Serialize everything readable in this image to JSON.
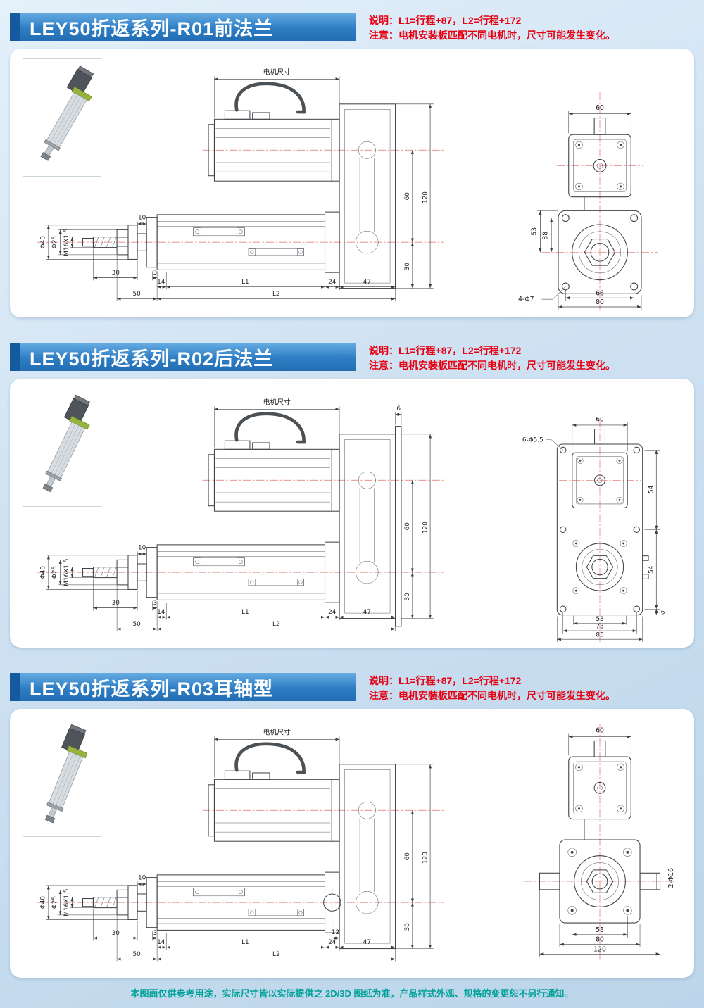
{
  "theme": {
    "accent_blue": "#155a9e",
    "title_blue": "#2e7ec5",
    "note_red": "#e60012",
    "footer_teal": "#00a19a"
  },
  "footer": "本图面仅供参考用途，实际尺寸皆以实际提供之 2D/3D 图纸为准，产品样式外观、规格的变更恕不另行通知。",
  "sections": [
    {
      "title": "LEY50折返系列-R01前法兰",
      "note_line1": "说明：L1=行程+87，L2=行程+172",
      "note_line2": "注意：电机安装板匹配不同电机时，尺寸可能发生变化。",
      "side_dims": {
        "motor": "电机尺寸",
        "neck": "10",
        "rod_housing_dia": "Φ40",
        "rod_dia": "Φ25",
        "thread": "M16X1.5",
        "rod_ext": "30",
        "spacer": "3",
        "front": "14",
        "stroke_len": "L1",
        "rear": "24",
        "housing_w": "47",
        "nose": "50",
        "overall": "L2",
        "axis_dist": "60",
        "height": "120",
        "below_axis": "30"
      },
      "end_dims": {
        "motor_w": "60",
        "v_outer": "53",
        "v_inner": "38",
        "holes": "4-Φ7",
        "hole_span": "66",
        "flange_w": "80"
      }
    },
    {
      "title": "LEY50折返系列-R02后法兰",
      "note_line1": "说明：L1=行程+87，L2=行程+172",
      "note_line2": "注意：电机安装板匹配不同电机时，尺寸可能发生变化。",
      "side_dims": {
        "motor": "电机尺寸",
        "plate_t": "6",
        "neck": "10",
        "rod_housing_dia": "Φ40",
        "rod_dia": "Φ25",
        "thread": "M16X1.5",
        "rod_ext": "30",
        "spacer": "3",
        "front": "14",
        "stroke_len": "L1",
        "rear": "24",
        "housing_w": "47",
        "nose": "50",
        "overall": "L2",
        "axis_dist": "60",
        "height": "120",
        "below_axis": "30"
      },
      "end_dims": {
        "motor_w": "60",
        "holes": "6-Φ5.5",
        "v1": "54",
        "v2": "54",
        "v3": "6",
        "b1": "53",
        "b2": "73",
        "b3": "85"
      }
    },
    {
      "title": "LEY50折返系列-R03耳轴型",
      "note_line1": "说明：L1=行程+87，L2=行程+172",
      "note_line2": "注意：电机安装板匹配不同电机时，尺寸可能发生变化。",
      "side_dims": {
        "motor": "电机尺寸",
        "neck": "10",
        "rod_housing_dia": "Φ40",
        "rod_dia": "Φ25",
        "thread": "M16X1.5",
        "rod_ext": "30",
        "spacer": "3",
        "pin_offset": "12",
        "front": "14",
        "stroke_len": "L1",
        "rear": "24",
        "housing_w": "47",
        "nose": "50",
        "overall": "L2",
        "axis_dist": "60",
        "height": "120",
        "below_axis": "30"
      },
      "end_dims": {
        "motor_w": "60",
        "pins": "2-Φ16",
        "b1": "53",
        "b2": "80",
        "b3": "120"
      }
    }
  ]
}
